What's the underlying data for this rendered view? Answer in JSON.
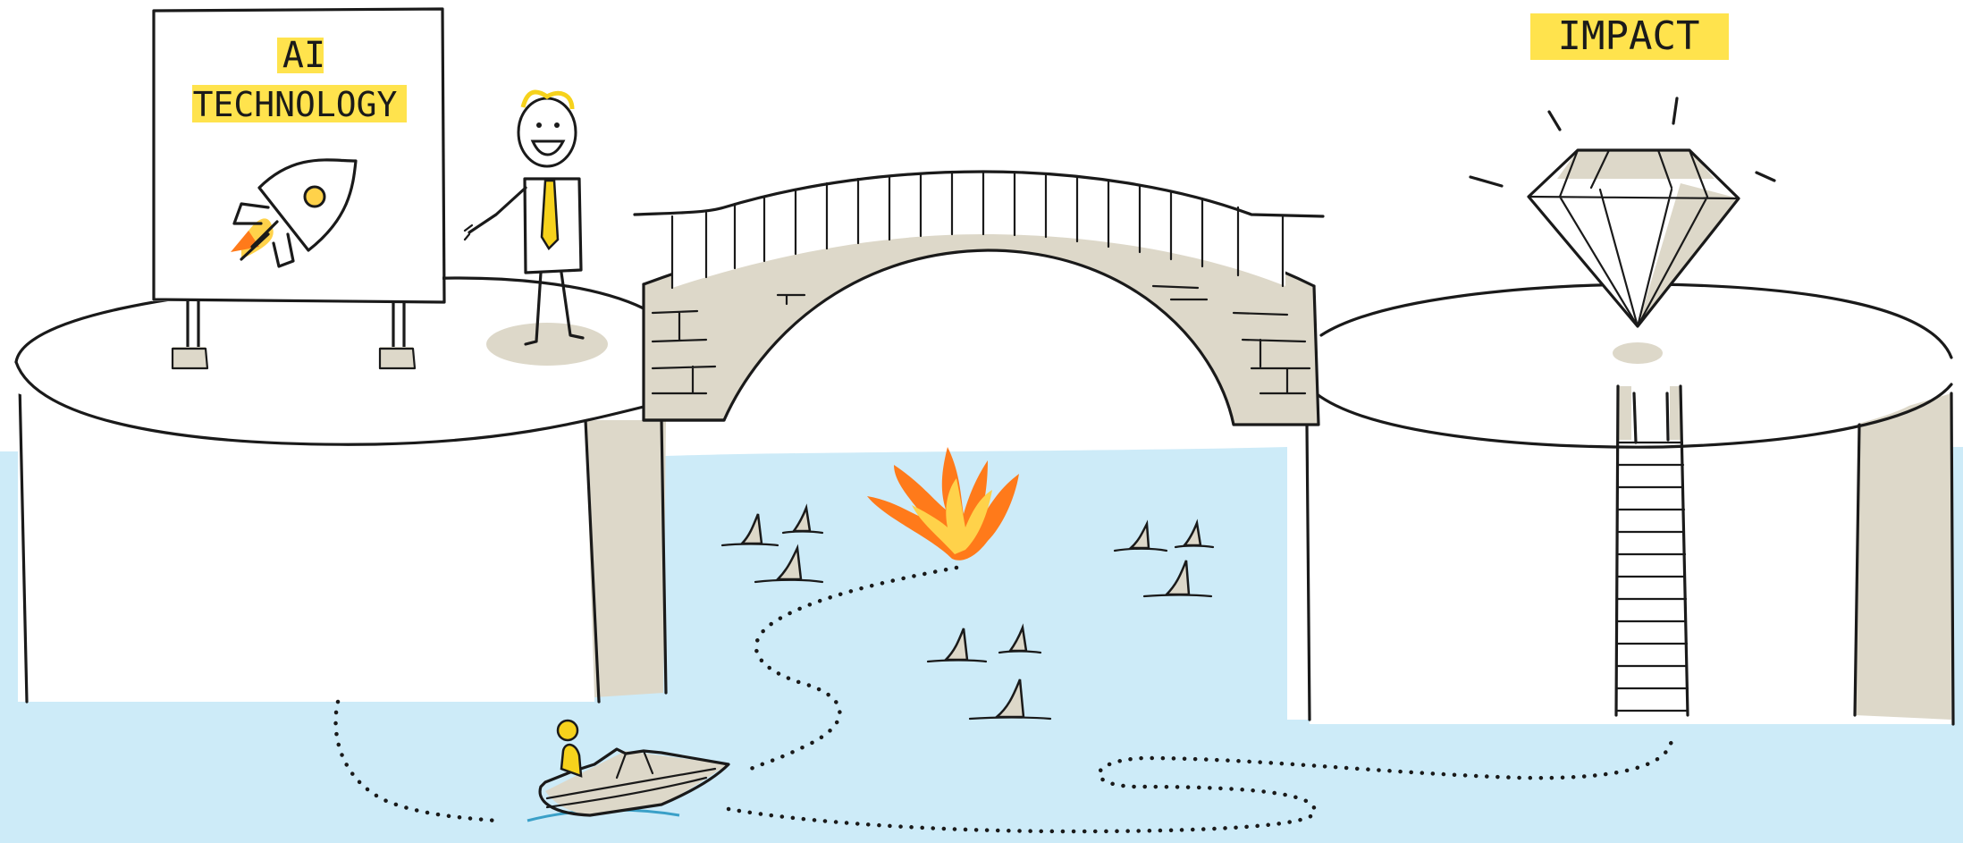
{
  "labels": {
    "left_sign_line1": "AI",
    "left_sign_line2": "TECHNOLOGY",
    "right_label": "IMPACT"
  },
  "colors": {
    "water": "#cdebf8",
    "highlight": "#ffe34d",
    "stone": "#ddd8c9",
    "ink": "#1a1a1a",
    "fire_outer": "#ff7a1a",
    "fire_inner": "#ffd24a",
    "person_yellow": "#f6d21c"
  },
  "icons": [
    "rocket-icon",
    "diamond-icon",
    "shark-fin-icon",
    "explosion-icon",
    "speedboat-icon",
    "ladder-icon",
    "stone-bridge-icon",
    "presenter-figure-icon"
  ]
}
